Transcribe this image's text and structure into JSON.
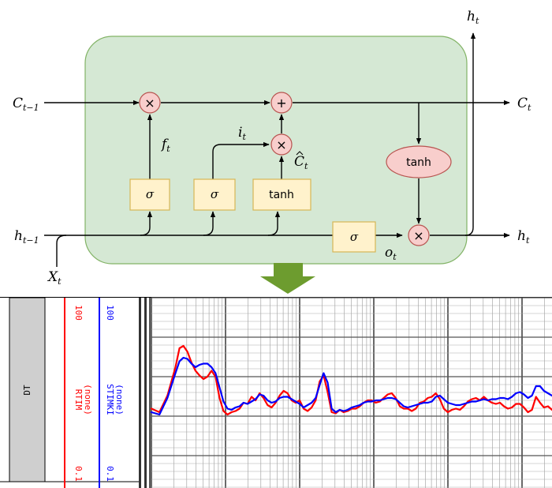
{
  "colors": {
    "cell_fill": "#d5e8d4",
    "cell_stroke": "#82b366",
    "op_fill": "#f8cecc",
    "op_stroke": "#b85450",
    "gate_fill": "#fff2cc",
    "gate_stroke": "#d6b656",
    "arrow_fill": "#6d9c2f",
    "track_gray": "#cfcfcf",
    "rtim": "#ff0000",
    "stimki": "#0000ff"
  },
  "icons": {
    "flow_arrow": "down-arrow-icon",
    "arrowheads": "arrowhead-icon"
  },
  "lstm": {
    "inputs": {
      "c_prev": {
        "base": "C",
        "sub": "t−1"
      },
      "h_prev": {
        "base": "h",
        "sub": "t−1"
      },
      "x_t": {
        "base": "X",
        "sub": "t"
      }
    },
    "outputs": {
      "c_t": {
        "base": "C",
        "sub": "t"
      },
      "h_t_right": {
        "base": "h",
        "sub": "t"
      },
      "h_t_top": {
        "base": "h",
        "sub": "t"
      }
    },
    "gate_labels": {
      "f_t": {
        "base": "f",
        "sub": "t"
      },
      "i_t": {
        "base": "i",
        "sub": "t"
      },
      "c_hat": {
        "base": "C",
        "sub": "t"
      },
      "o_t": {
        "base": "o",
        "sub": "t"
      }
    },
    "ops": {
      "multiply": "×",
      "add": "+"
    },
    "boxes": {
      "sigma": "σ",
      "tanh": "tanh"
    }
  },
  "log": {
    "track_label": "DT",
    "curve1_label": "RTIM",
    "curve2_label": "STIMKI",
    "unit": "(none)",
    "scale_min": "0.1",
    "scale_max": "100"
  },
  "chart_data": {
    "type": "line",
    "series": [
      {
        "name": "RTIM",
        "color": "#ff0000",
        "x": [
          0,
          2,
          4,
          6,
          7,
          8,
          9,
          10,
          11,
          12,
          13,
          14,
          15,
          16,
          17,
          18,
          19,
          20,
          21,
          22,
          23,
          24,
          25,
          26,
          27,
          28,
          29,
          30,
          31,
          32,
          33,
          34,
          35,
          36,
          37,
          38,
          39,
          40,
          41,
          42,
          43,
          44,
          45,
          46,
          47,
          48,
          49,
          50,
          51,
          52,
          53,
          54,
          55,
          56,
          57,
          58,
          59,
          60,
          61,
          62,
          63,
          64,
          65,
          66,
          67,
          68,
          69,
          70,
          71,
          72,
          73,
          74,
          75,
          76,
          77,
          78,
          79,
          80,
          81,
          82,
          83,
          84,
          85,
          86,
          87,
          88,
          89,
          90,
          91,
          92,
          93,
          94,
          95,
          96,
          97,
          98,
          99,
          100
        ],
        "y": [
          2.5,
          2.2,
          3.6,
          6.0,
          7.6,
          7.8,
          7.3,
          6.4,
          5.7,
          5.3,
          5.0,
          5.2,
          5.7,
          5.2,
          3.4,
          2.3,
          2.0,
          2.2,
          2.3,
          2.5,
          3.0,
          2.9,
          3.5,
          3.2,
          3.8,
          3.4,
          2.8,
          2.6,
          3.0,
          3.6,
          4.0,
          3.8,
          3.2,
          3.0,
          3.2,
          2.5,
          2.3,
          2.6,
          3.2,
          4.8,
          5.3,
          3.9,
          2.2,
          2.1,
          2.4,
          2.2,
          2.3,
          2.5,
          2.5,
          2.7,
          3.0,
          3.2,
          3.2,
          3.0,
          3.1,
          3.4,
          3.7,
          3.8,
          3.4,
          2.7,
          2.5,
          2.5,
          2.3,
          2.5,
          3.0,
          3.1,
          3.4,
          3.5,
          3.8,
          3.3,
          2.5,
          2.2,
          2.4,
          2.5,
          2.4,
          2.7,
          3.1,
          3.3,
          3.4,
          3.2,
          3.5,
          3.2,
          3.0,
          2.9,
          3.0,
          2.7,
          2.5,
          2.6,
          2.9,
          2.9,
          2.6,
          2.2,
          2.4,
          3.5,
          3.0,
          2.6,
          2.7,
          2.4
        ]
      },
      {
        "name": "STIMKI",
        "color": "#0000ff",
        "x": [
          0,
          2,
          4,
          6,
          7,
          8,
          9,
          10,
          11,
          12,
          13,
          14,
          15,
          16,
          17,
          18,
          19,
          20,
          21,
          22,
          23,
          24,
          25,
          26,
          27,
          28,
          29,
          30,
          31,
          32,
          33,
          34,
          35,
          36,
          37,
          38,
          39,
          40,
          41,
          42,
          43,
          44,
          45,
          46,
          47,
          48,
          49,
          50,
          51,
          52,
          53,
          54,
          55,
          56,
          57,
          58,
          59,
          60,
          61,
          62,
          63,
          64,
          65,
          66,
          67,
          68,
          69,
          70,
          71,
          72,
          73,
          74,
          75,
          76,
          77,
          78,
          79,
          80,
          81,
          82,
          83,
          84,
          85,
          86,
          87,
          88,
          89,
          90,
          91,
          92,
          93,
          94,
          95,
          96,
          97,
          98,
          99,
          100
        ],
        "y": [
          2.2,
          2.0,
          3.4,
          5.5,
          6.5,
          6.8,
          6.7,
          6.3,
          6.0,
          6.2,
          6.3,
          6.3,
          6.0,
          5.5,
          4.3,
          3.1,
          2.5,
          2.4,
          2.6,
          2.7,
          3.0,
          2.9,
          3.1,
          3.3,
          3.7,
          3.6,
          3.2,
          3.0,
          3.1,
          3.4,
          3.5,
          3.5,
          3.3,
          3.1,
          2.9,
          2.6,
          2.8,
          3.0,
          3.4,
          4.5,
          5.5,
          4.7,
          2.5,
          2.2,
          2.4,
          2.3,
          2.4,
          2.6,
          2.7,
          2.8,
          3.0,
          3.1,
          3.1,
          3.2,
          3.2,
          3.3,
          3.4,
          3.4,
          3.3,
          3.0,
          2.7,
          2.6,
          2.7,
          2.8,
          2.9,
          3.0,
          3.0,
          3.1,
          3.5,
          3.6,
          3.3,
          3.0,
          2.9,
          2.8,
          2.8,
          2.9,
          3.0,
          3.1,
          3.1,
          3.2,
          3.3,
          3.2,
          3.3,
          3.3,
          3.4,
          3.4,
          3.3,
          3.5,
          3.8,
          3.9,
          3.7,
          3.4,
          3.6,
          4.4,
          4.4,
          4.0,
          3.8,
          3.6
        ]
      }
    ],
    "xlim": [
      0,
      100
    ],
    "ylim": [
      0,
      10
    ],
    "grid": true
  }
}
